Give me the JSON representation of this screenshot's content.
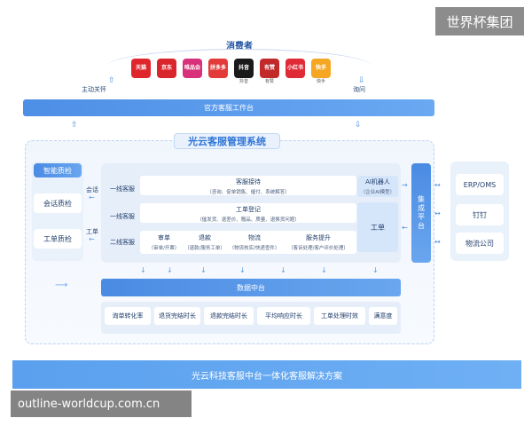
{
  "watermark_top": "世界杯集团",
  "watermark_bottom": "outline-worldcup.com.cn",
  "consumer": {
    "title": "消费者",
    "logos": [
      {
        "name": "天猫",
        "caption": "",
        "color": "#e0262d"
      },
      {
        "name": "京东",
        "caption": "",
        "color": "#d9262c"
      },
      {
        "name": "唯品会",
        "caption": "",
        "color": "#d8307a"
      },
      {
        "name": "拼多多",
        "caption": "",
        "color": "#e33a3a"
      },
      {
        "name": "抖音",
        "caption": "抖音",
        "color": "#1a1a1a"
      },
      {
        "name": "有赞",
        "caption": "有赞",
        "color": "#c22a2a"
      },
      {
        "name": "小红书",
        "caption": "",
        "color": "#e02a36"
      },
      {
        "name": "快手",
        "caption": "快手",
        "color": "#f5a623"
      }
    ],
    "left_label": "主动关怀",
    "right_label": "询问"
  },
  "console_bar": "官方客服工作台",
  "system": {
    "title": "光云客服管理系统",
    "qc": {
      "title": "智能质检",
      "items": [
        "会话质检",
        "工单质检"
      ]
    },
    "flow_labels": {
      "session": "会话",
      "ticket": "工单"
    },
    "rows": {
      "row1": {
        "line": "一线客服",
        "title": "客服接待",
        "sub": "（咨询、促单销售、催付、系统解答）"
      },
      "row2": {
        "line": "一线客服",
        "title": "工单登记",
        "sub": "（催发货、退差价、赠品、质量、退换货问题）"
      },
      "row3": {
        "line": "二线客服",
        "cells": [
          {
            "title": "审单",
            "sub": "（审单/开票）"
          },
          {
            "title": "退款",
            "sub": "（退款/服务工单）"
          },
          {
            "title": "物流",
            "sub": "（物流核实/快递查件）"
          },
          {
            "title": "服务提升",
            "sub": "（客诉处理/客户评价处理）"
          }
        ]
      }
    },
    "ai": {
      "title": "AI机器人",
      "sub": "（企业AI模型）"
    },
    "ticket": "工单",
    "integration": "集成平台",
    "external": [
      "ERP/OMS",
      "钉钉",
      "物流公司"
    ],
    "data_bar": "数据中台",
    "metrics": [
      "询单转化率",
      "退货完结时长",
      "退款完结时长",
      "平均响应时长",
      "工单处理时效",
      "满意度"
    ]
  },
  "solution_bar": "光云科技客服中台一体化客服解决方案"
}
